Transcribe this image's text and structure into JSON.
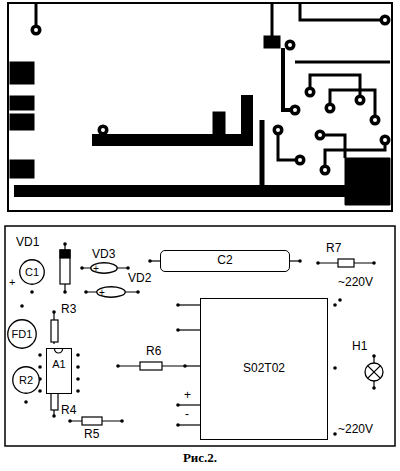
{
  "diagram": {
    "caption": "Рис.2.",
    "nodes": [
      {
        "text": [
          "C1"
        ]
      },
      {
        "text": [
          "+"
        ]
      },
      {
        "text": [
          "+"
        ]
      },
      {
        "text": [
          "C2"
        ]
      },
      {
        "text": [
          "FD1"
        ]
      },
      {
        "text": [
          "A1"
        ]
      },
      {
        "text": [
          "R2"
        ]
      },
      {
        "text": [
          "S02T02"
        ]
      }
    ],
    "labels": [
      "VD1",
      "+",
      "VD3",
      "VD2",
      "R7",
      "~220V",
      "R3",
      "R6",
      "H1",
      "R4",
      "R5",
      "+",
      "-",
      "~220V"
    ]
  }
}
